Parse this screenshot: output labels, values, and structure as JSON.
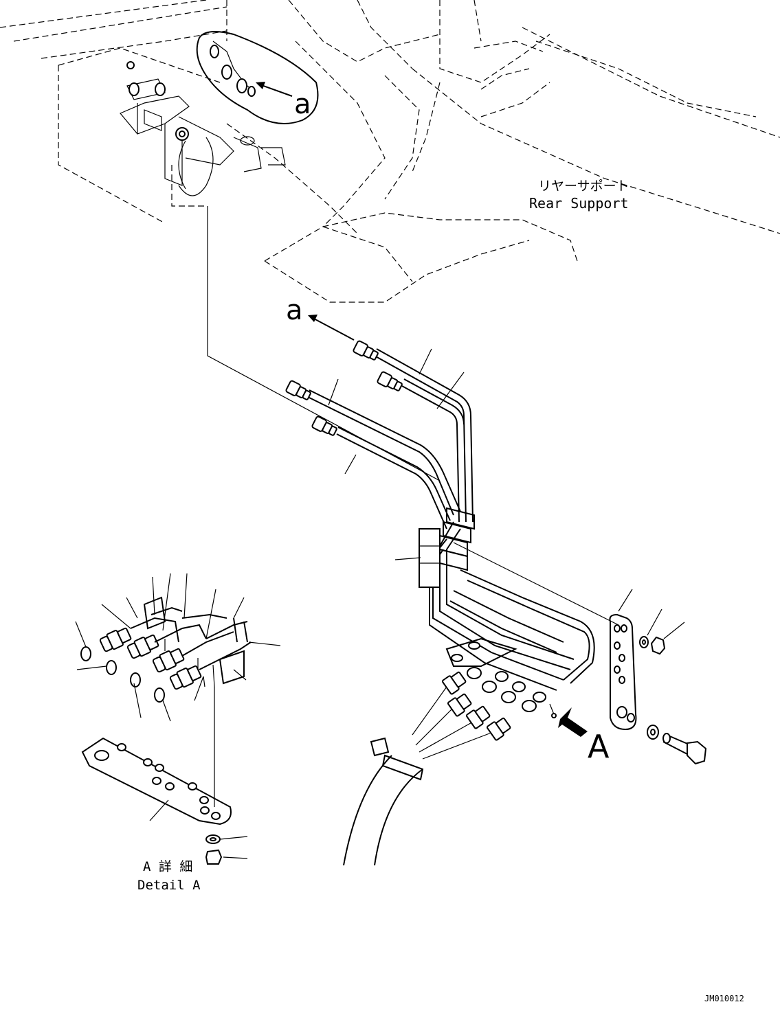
{
  "callouts": {
    "a_top": "a",
    "a_mid": "a",
    "view_A": "A"
  },
  "rear_support": {
    "jp": "リヤーサポート",
    "en": "Rear Support"
  },
  "detail": {
    "jp": "A 詳 細",
    "en": "Detail A"
  },
  "drawing_id": "JM010012"
}
